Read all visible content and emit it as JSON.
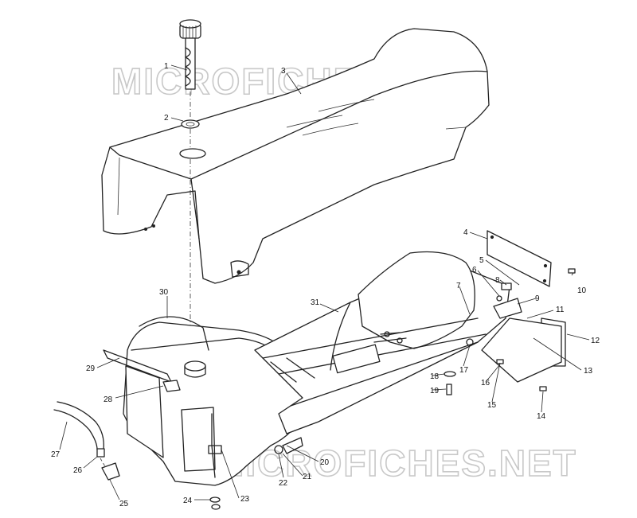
{
  "watermark": "MICROFICHES.NET",
  "callouts": {
    "c1": "1",
    "c2": "2",
    "c3": "3",
    "c4": "4",
    "c5": "5",
    "c6": "6",
    "c7": "7",
    "c8": "8",
    "c9": "9",
    "c10": "10",
    "c11": "11",
    "c12": "12",
    "c13": "13",
    "c14": "14",
    "c15": "15",
    "c16": "16",
    "c17": "17",
    "c18": "18",
    "c19": "19",
    "c20": "20",
    "c21": "21",
    "c22": "22",
    "c23": "23",
    "c24": "24",
    "c25": "25",
    "c26": "26",
    "c27": "27",
    "c28": "28",
    "c29": "29",
    "c30": "30",
    "c31": "31"
  }
}
